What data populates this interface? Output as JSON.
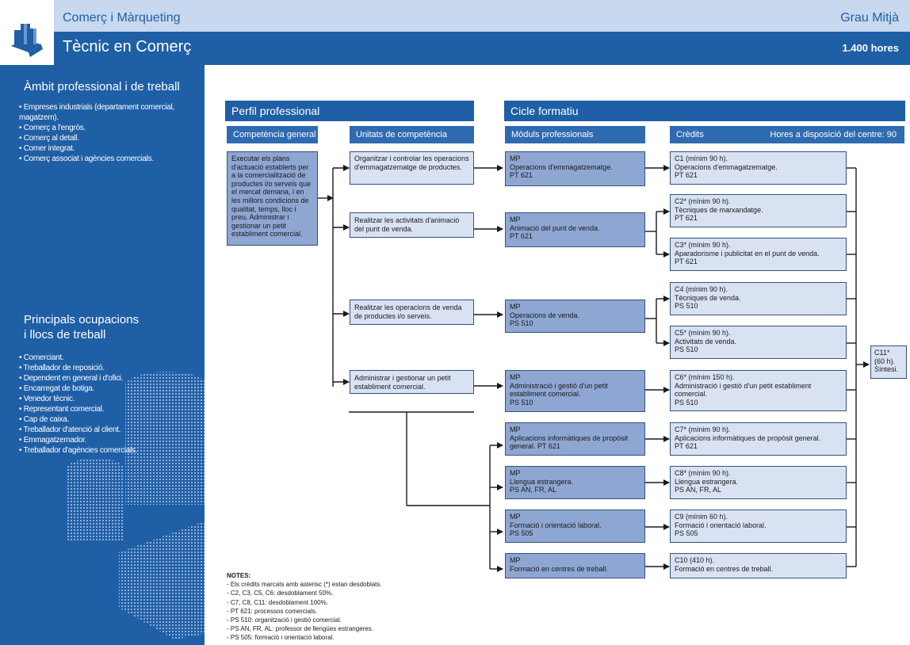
{
  "header": {
    "app_title": "Comerç i Màrqueting",
    "level": "Grau Mitjà",
    "page_title": "Tècnic en Comerç",
    "hours": "1.400 hores"
  },
  "left": {
    "ambit_heading": "Àmbit professional i de treball",
    "ambit_items": [
      "Empreses industrials (departament comercial, magatzem).",
      "Comerç a l'engròs.",
      "Comerç al detall.",
      "Comer integrat.",
      "Comerç associat i agències comercials."
    ],
    "ocup_heading_1": "Principals ocupacions",
    "ocup_heading_2": "i llocs de treball",
    "ocup_items": [
      "Comerciant.",
      "Treballador de reposició.",
      "Dependent en general i d'ofici.",
      "Encarregat de botiga.",
      "Venedor tècnic.",
      "Representant comercial.",
      "Cap de caixa.",
      "Treballador d'atenció al client.",
      "Emmagatzemador.",
      "Treballador d'agències comercials."
    ]
  },
  "sections": {
    "perfil": "Perfil professional",
    "cicle": "Cicle formatiu"
  },
  "columns": {
    "competencia": "Competència general",
    "unitats": "Unitats de competència",
    "moduls": "Mòduls professionals",
    "credits": "Crèdits",
    "hores_centre": "Hores a disposició del centre: 90"
  },
  "competencia_text": "Executar els plans d'actuació establerts per a la comercialització de productes i/o serveis que el mercat demana, i en les millors condicions de qualitat, temps, lloc i preu. Administrar i gestionar un petit establiment comercial.",
  "unitats": [
    "Organitzar i controlar les operacions d'emmagatzematge de productes.",
    "Realitzar les activitats d'animació del punt de venda.",
    "Realitzar les operacions de venda de productes i/o serveis.",
    "Administrar i gestionar un petit establiment comercial."
  ],
  "moduls": [
    "MP\nOperacions d'emmagatzematge.\nPT 621",
    "MP\nAnimació del punt de venda.\nPT 621",
    "MP\nOperacions de venda.\nPS 510",
    "MP\nAdministració i gestió d'un petit establiment comercial.\nPS 510",
    "MP\nAplicacions informàtiques de propòsit general. PT 621",
    "MP\nLlengua estrangera.\nPS AN, FR, AL",
    "MP\nFormació i orientació laboral.\nPS 505",
    "MP\nFormació en centres de treball."
  ],
  "credits": [
    "C1 (mínim 90 h).\nOperacions d'emmagatzematge.\nPT 621",
    "C2* (mínim 90 h).\nTècniques de marxandatge.\nPT 621",
    "C3* (mínim 90 h).\nAparadorisme i publicitat en el punt de venda.\nPT 621",
    "C4 (mínim 90 h).\nTècniques de venda.\nPS 510",
    "C5* (mínim 90 h).\nActivitats de venda.\nPS 510",
    "C6* (mínim 150 h).\nAdministració i gestió d'un petit establiment comercial.\nPS 510",
    "C7* (mínim 90 h).\nAplicacions informàtiques de propòsit general.\nPT 621",
    "C8* (mínim 90 h).\nLlengua estrangera.\nPS AN, FR, AL",
    "C9 (mínim 60 h).\nFormació i orientació laboral.\nPS 505",
    "C10 (410 h).\nFormació en centres de treball."
  ],
  "c11": "C11*\n(60 h).\nSíntesi.",
  "notes": {
    "title": "NOTES:",
    "lines": [
      "- Els crèdits marcats amb asterisc (*) estan desdoblats.",
      "- C2, C3, C5, C6: desdoblament 50%.",
      "- C7, C8, C11: desdoblament 100%.",
      "- PT 621: processos comercials.",
      "- PS 510: organització i gestió comercial.",
      "- PS AN, FR, AL: professor de llengües estrangeres.",
      "- PS 505: formació i orientació laboral."
    ]
  },
  "colors": {
    "dark_blue": "#1f5fa6",
    "light_blue": "#c7d8ef",
    "box_mid": "#8ea6d2",
    "box_light": "#d9e2f3"
  }
}
